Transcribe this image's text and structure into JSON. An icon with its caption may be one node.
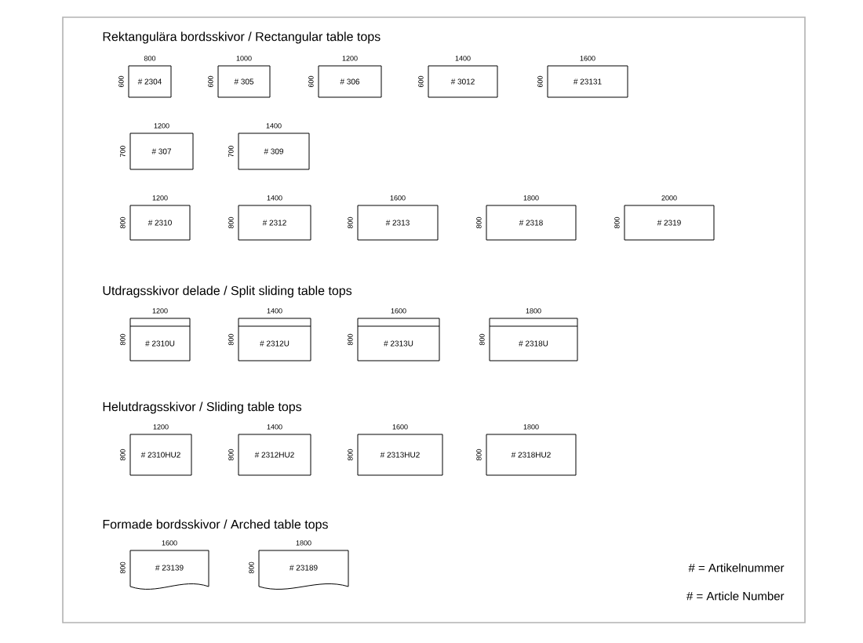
{
  "diagram": {
    "nodes": [
      {
        "text": [
          "# 2304"
        ],
        "beside": [
          "800",
          "600"
        ]
      },
      {
        "text": [
          "# 305"
        ],
        "beside": [
          "1000",
          "600"
        ]
      },
      {
        "text": [
          "# 306"
        ],
        "beside": [
          "1200",
          "600"
        ]
      },
      {
        "text": [
          "# 3012"
        ],
        "beside": [
          "1400",
          "600"
        ]
      },
      {
        "text": [
          "# 23131"
        ],
        "beside": [
          "1600",
          "600"
        ]
      },
      {
        "text": [
          "# 307"
        ],
        "beside": [
          "1200",
          "700"
        ]
      },
      {
        "text": [
          "# 309"
        ],
        "beside": [
          "1400",
          "700"
        ]
      },
      {
        "text": [
          "# 2310"
        ],
        "beside": [
          "1200",
          "800"
        ]
      },
      {
        "text": [
          "# 2312"
        ],
        "beside": [
          "1400",
          "800"
        ]
      },
      {
        "text": [
          "# 2313"
        ],
        "beside": [
          "1600",
          "800"
        ]
      },
      {
        "text": [
          "# 2318"
        ],
        "beside": [
          "1800",
          "800"
        ]
      },
      {
        "text": [
          "# 2319"
        ],
        "beside": [
          "2000",
          "800"
        ]
      },
      {
        "text": [
          "# 2310U"
        ],
        "beside": [
          "1200",
          "800"
        ]
      },
      {
        "text": [
          "# 2312U"
        ],
        "beside": [
          "1400",
          "800"
        ]
      },
      {
        "text": [
          "# 2313U"
        ],
        "beside": [
          "1600",
          "800"
        ]
      },
      {
        "text": [
          "# 2318U"
        ],
        "beside": [
          "1800",
          "800"
        ]
      },
      {
        "text": [
          "# 2310HU2"
        ],
        "beside": [
          "1200",
          "800"
        ]
      },
      {
        "text": [
          "# 2312HU2"
        ],
        "beside": [
          "1400",
          "800"
        ]
      },
      {
        "text": [
          "# 2313HU2"
        ],
        "beside": [
          "1600",
          "800"
        ]
      },
      {
        "text": [
          "# 2318HU2"
        ],
        "beside": [
          "1800",
          "800"
        ]
      },
      {
        "text": [
          "# 23139"
        ],
        "beside": [
          "1600",
          "800"
        ]
      },
      {
        "text": [
          "# 23189"
        ],
        "beside": [
          "1800",
          "800"
        ]
      }
    ],
    "labels": [
      "Rektangulära bordsskivor  /  Rectangular table tops",
      "Utdragsskivor delade  /  Split sliding table tops",
      "Helutdragsskivor  /  Sliding table tops",
      "Formade bordsskivor  /  Arched table tops",
      "# = Artikelnummer",
      "# = Article Number"
    ]
  }
}
